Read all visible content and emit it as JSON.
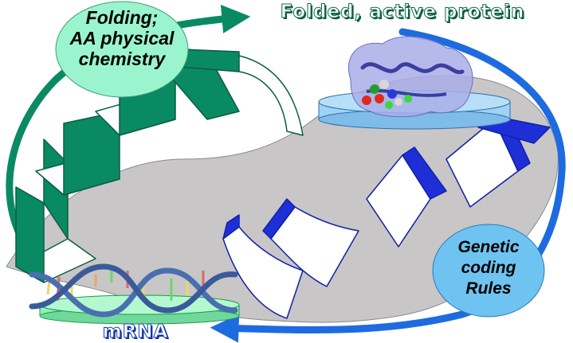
{
  "labels": {
    "folded_protein": "Folded, active protein",
    "folding": [
      "Folding;",
      "AA physical",
      "chemistry"
    ],
    "genetic": [
      "Genetic",
      "coding",
      "Rules"
    ],
    "mrna": "mRNA"
  },
  "colors": {
    "green": "#0a8a62",
    "green_light": "#9af5cf",
    "blue": "#1f2fd8",
    "blue_arrow": "#1e6be0",
    "blue_light": "#6ec3f0",
    "gray": "#c8c6c6",
    "platform_blue": "#9fd3f4",
    "platform_green": "#8ff2b6"
  }
}
